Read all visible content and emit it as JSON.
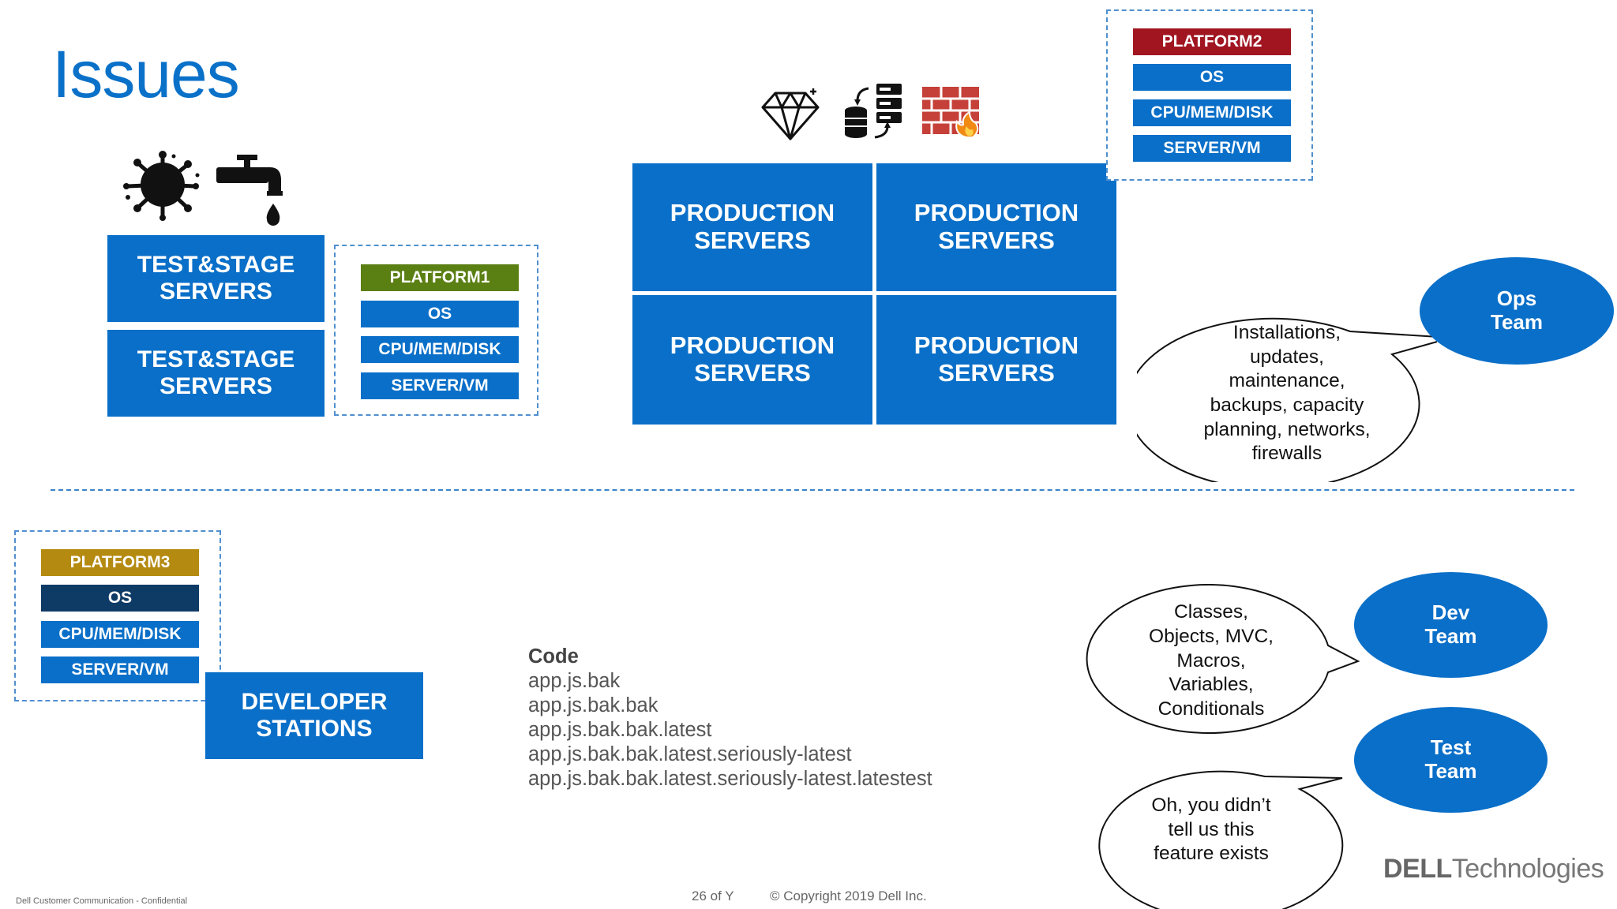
{
  "title": "Issues",
  "test_stage": {
    "box1": "TEST&STAGE\nSERVERS",
    "box2": "TEST&STAGE\nSERVERS"
  },
  "platform1": {
    "layers": [
      "PLATFORM1",
      "OS",
      "CPU/MEM/DISK",
      "SERVER/VM"
    ],
    "top_color": "#5a7f12"
  },
  "production": [
    "PRODUCTION\nSERVERS",
    "PRODUCTION\nSERVERS",
    "PRODUCTION\nSERVERS",
    "PRODUCTION\nSERVERS"
  ],
  "platform2": {
    "layers": [
      "PLATFORM2",
      "OS",
      "CPU/MEM/DISK",
      "SERVER/VM"
    ],
    "top_color": "#a01520"
  },
  "platform3": {
    "layers": [
      "PLATFORM3",
      "OS",
      "CPU/MEM/DISK",
      "SERVER/VM"
    ],
    "top_color": "#b48a10",
    "os_color": "#0e3a66"
  },
  "developer_stations": "DEVELOPER\nSTATIONS",
  "ops": {
    "team": "Ops\nTeam",
    "bubble": "Installations,\nupdates,\nmaintenance,\nbackups, capacity\nplanning, networks,\nfirewalls"
  },
  "dev": {
    "team": "Dev\nTeam",
    "bubble": "Classes,\nObjects, MVC,\nMacros,\nVariables,\nConditionals"
  },
  "test": {
    "team": "Test\nTeam",
    "bubble": "Oh, you didn’t\ntell us this\nfeature exists"
  },
  "code": {
    "heading": "Code",
    "lines": [
      "app.js.bak",
      "app.js.bak.bak",
      "app.js.bak.bak.latest",
      "app.js.bak.bak.latest.seriously-latest",
      "app.js.bak.bak.latest.seriously-latest.latestest"
    ]
  },
  "footer": {
    "confidential": "Dell Customer Communication - Confidential",
    "page": "26 of Y",
    "copyright": "© Copyright 2019 Dell Inc."
  },
  "logo": {
    "bold": "DELL",
    "rest": "Technologies"
  },
  "icons": [
    "virus-icon",
    "leaking-tap-icon",
    "diamond-icon",
    "database-sync-icon",
    "firewall-icon"
  ],
  "colors": {
    "accent": "#0a6fc8",
    "title": "#0a71c9"
  }
}
